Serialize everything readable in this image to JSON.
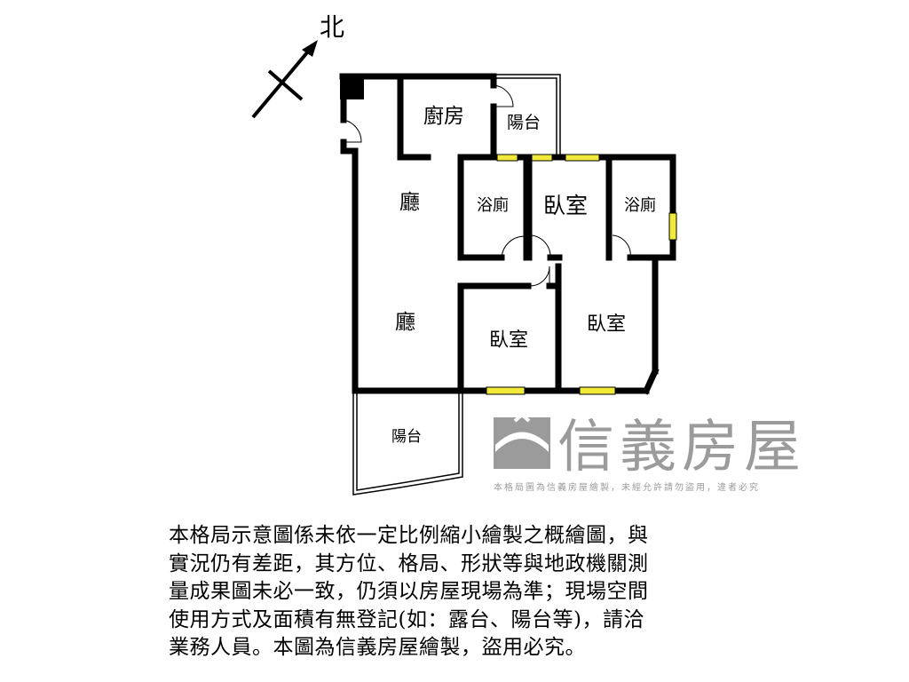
{
  "compass": {
    "label": "北"
  },
  "rooms": {
    "kitchen": "廚房",
    "balcony_top": "陽台",
    "living_upper": "廳",
    "living_lower": "廳",
    "bath_left": "浴廁",
    "bedroom_middle": "臥室",
    "bath_right": "浴廁",
    "bedroom_lower_left": "臥室",
    "bedroom_lower_right": "臥室",
    "balcony_bottom": "陽台"
  },
  "watermark": {
    "brand": "信義房屋",
    "notice": "本格局圖為信義房屋繪製，未經允許請勿盜用，違者必究",
    "color": "#8a8a8a"
  },
  "window_color": "#f2ea3a",
  "disclaimer": [
    "本格局示意圖係未依一定比例縮小繪製之概繪圖，與",
    "實況仍有差距，其方位、格局、形狀等與地政機關測",
    "量成果圖未必一致，仍須以房屋現場為準；現場空間",
    "使用方式及面積有無登記(如：露台、陽台等)，請洽",
    "業務人員。本圖為信義房屋繪製，盜用必究。"
  ]
}
